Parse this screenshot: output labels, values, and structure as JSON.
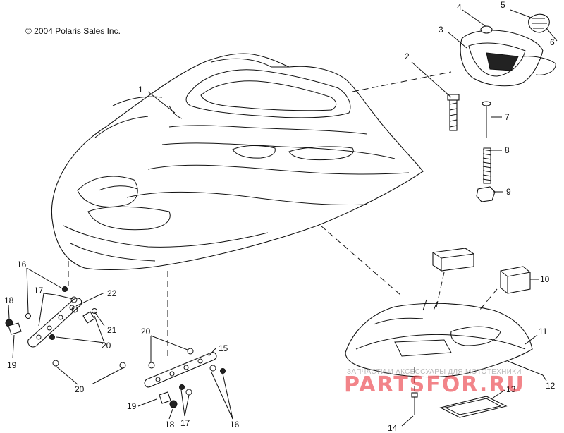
{
  "copyright": "© 2004 Polaris Sales Inc.",
  "watermark": {
    "brand": "PARTSFOR.RU",
    "tagline": "ЗАПЧАСТИ И АКСЕССУАРЫ ДЛЯ МОТОТЕХНИКИ"
  },
  "callouts": {
    "c1": "1",
    "c2": "2",
    "c3": "3",
    "c4": "4",
    "c5": "5",
    "c6": "6",
    "c7": "7",
    "c8": "8",
    "c9": "9",
    "c10": "10",
    "c11": "11",
    "c12": "12",
    "c13": "13",
    "c14": "14",
    "c15": "15",
    "c16a": "16",
    "c16b": "16",
    "c17a": "17",
    "c17b": "17",
    "c18a": "18",
    "c18b": "18",
    "c19a": "19",
    "c19b": "19",
    "c20a": "20",
    "c20b": "20",
    "c20c": "20",
    "c21": "21",
    "c22": "22"
  }
}
